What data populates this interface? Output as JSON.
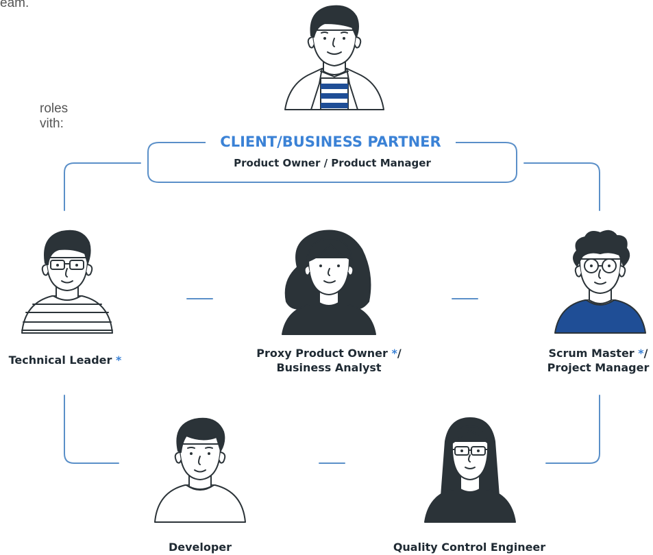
{
  "intro": {
    "line1": "eam.",
    "line2": "roles",
    "line3": "vith:"
  },
  "client": {
    "title": "CLIENT/BUSINESS PARTNER",
    "subtitle": "Product Owner / Product Manager"
  },
  "roles": {
    "technical_leader": {
      "name": "Technical Leader",
      "star": "*"
    },
    "proxy_po": {
      "line1": "Proxy Product Owner",
      "star": "*",
      "slash": "/",
      "line2": "Business Analyst"
    },
    "scrum_master": {
      "line1": "Scrum Master",
      "star": "*",
      "slash": "/",
      "line2": "Project Manager"
    },
    "developer": {
      "name": "Developer"
    },
    "qc_engineer": {
      "name": "Quality Control Engineer"
    }
  },
  "colors": {
    "accent": "#3b82d6",
    "dark": "#2b3338",
    "navy": "#1f4e96",
    "line": "#5a8fc8"
  }
}
